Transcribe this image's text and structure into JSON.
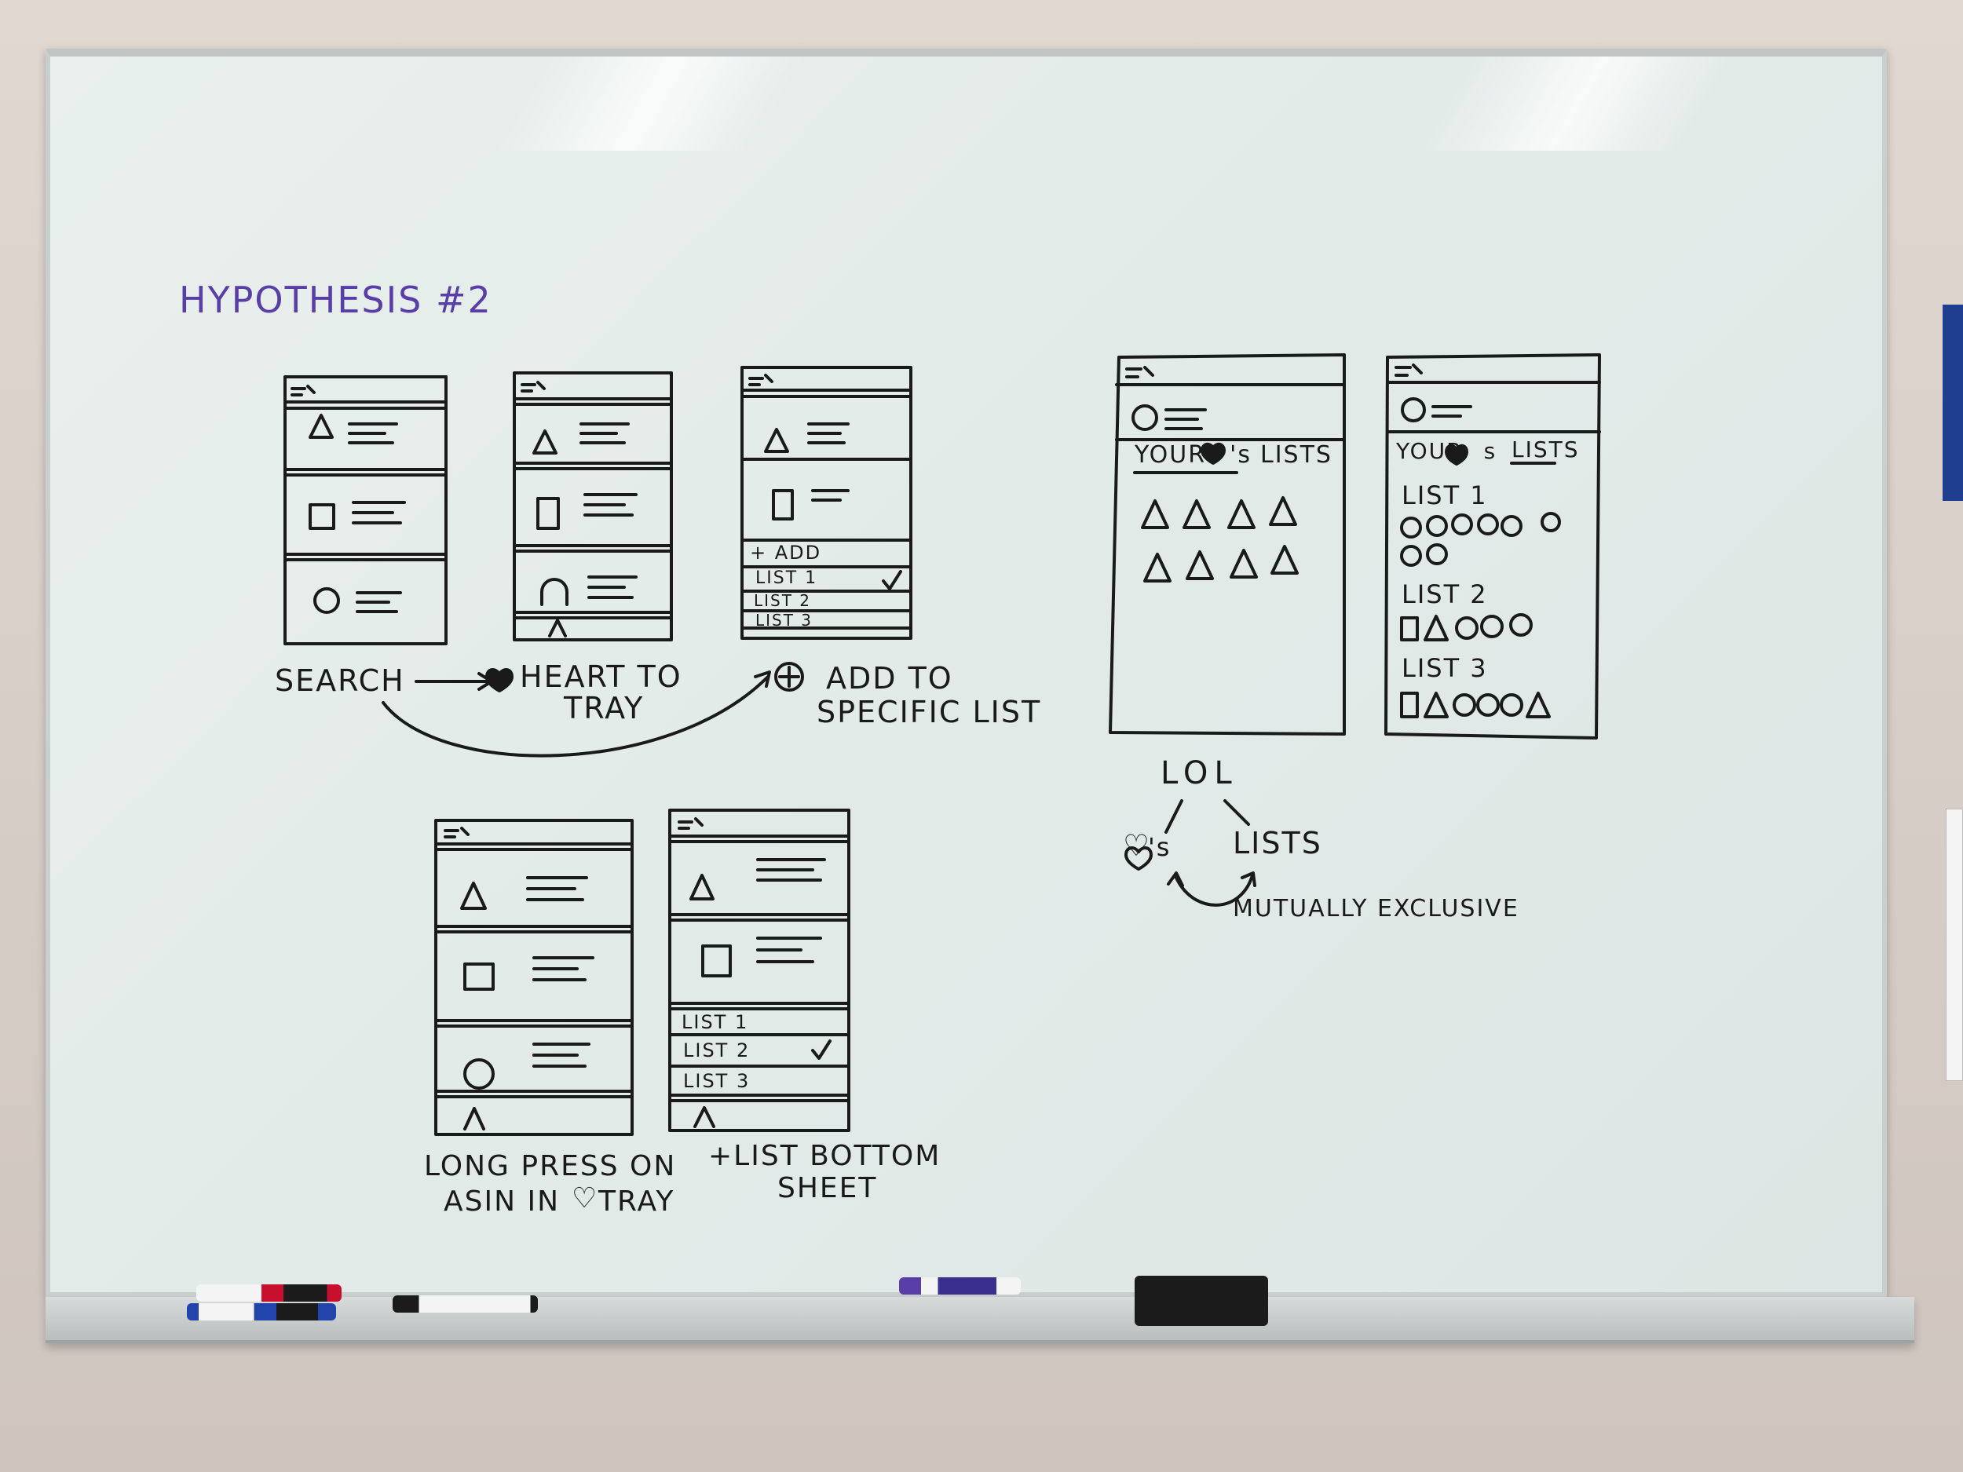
{
  "board": {
    "title": "HYPOTHESIS #2",
    "flow_labels": {
      "search": "SEARCH",
      "heart_to_tray_1": "HEART TO",
      "heart_to_tray_2": "TRAY",
      "add_to_1": "ADD TO",
      "add_to_2": "SPECIFIC LIST",
      "long_press_1": "LONG PRESS ON",
      "long_press_2": "ASIN IN",
      "long_press_3": "TRAY",
      "list_sheet_1": "+LIST BOTTOM",
      "list_sheet_2": "SHEET"
    },
    "wireframe3_sheet": {
      "add": "+ ADD",
      "lists": [
        "LIST 1",
        "LIST 2",
        "LIST 3"
      ]
    },
    "wireframe5_sheet": {
      "lists": [
        "LIST 1",
        "LIST 2",
        "LIST 3"
      ]
    },
    "tabs_screen_a": {
      "tab1": "YOUR",
      "tab1_suffix": "'s",
      "tab2": "LISTS"
    },
    "tabs_screen_b": {
      "tab1": "YOUR",
      "tab1_suffix": "s",
      "tab2": "LISTS",
      "lists": [
        "LIST 1",
        "LIST 2",
        "LIST 3"
      ]
    },
    "diagram": {
      "top": "LOL",
      "left_suffix": "'s",
      "right": "LISTS",
      "note": "MUTUALLY EXCLUSIVE"
    }
  },
  "colors": {
    "ink": "#1a1a1a",
    "purple": "#5a3ea8",
    "board": "#e6eeec"
  }
}
